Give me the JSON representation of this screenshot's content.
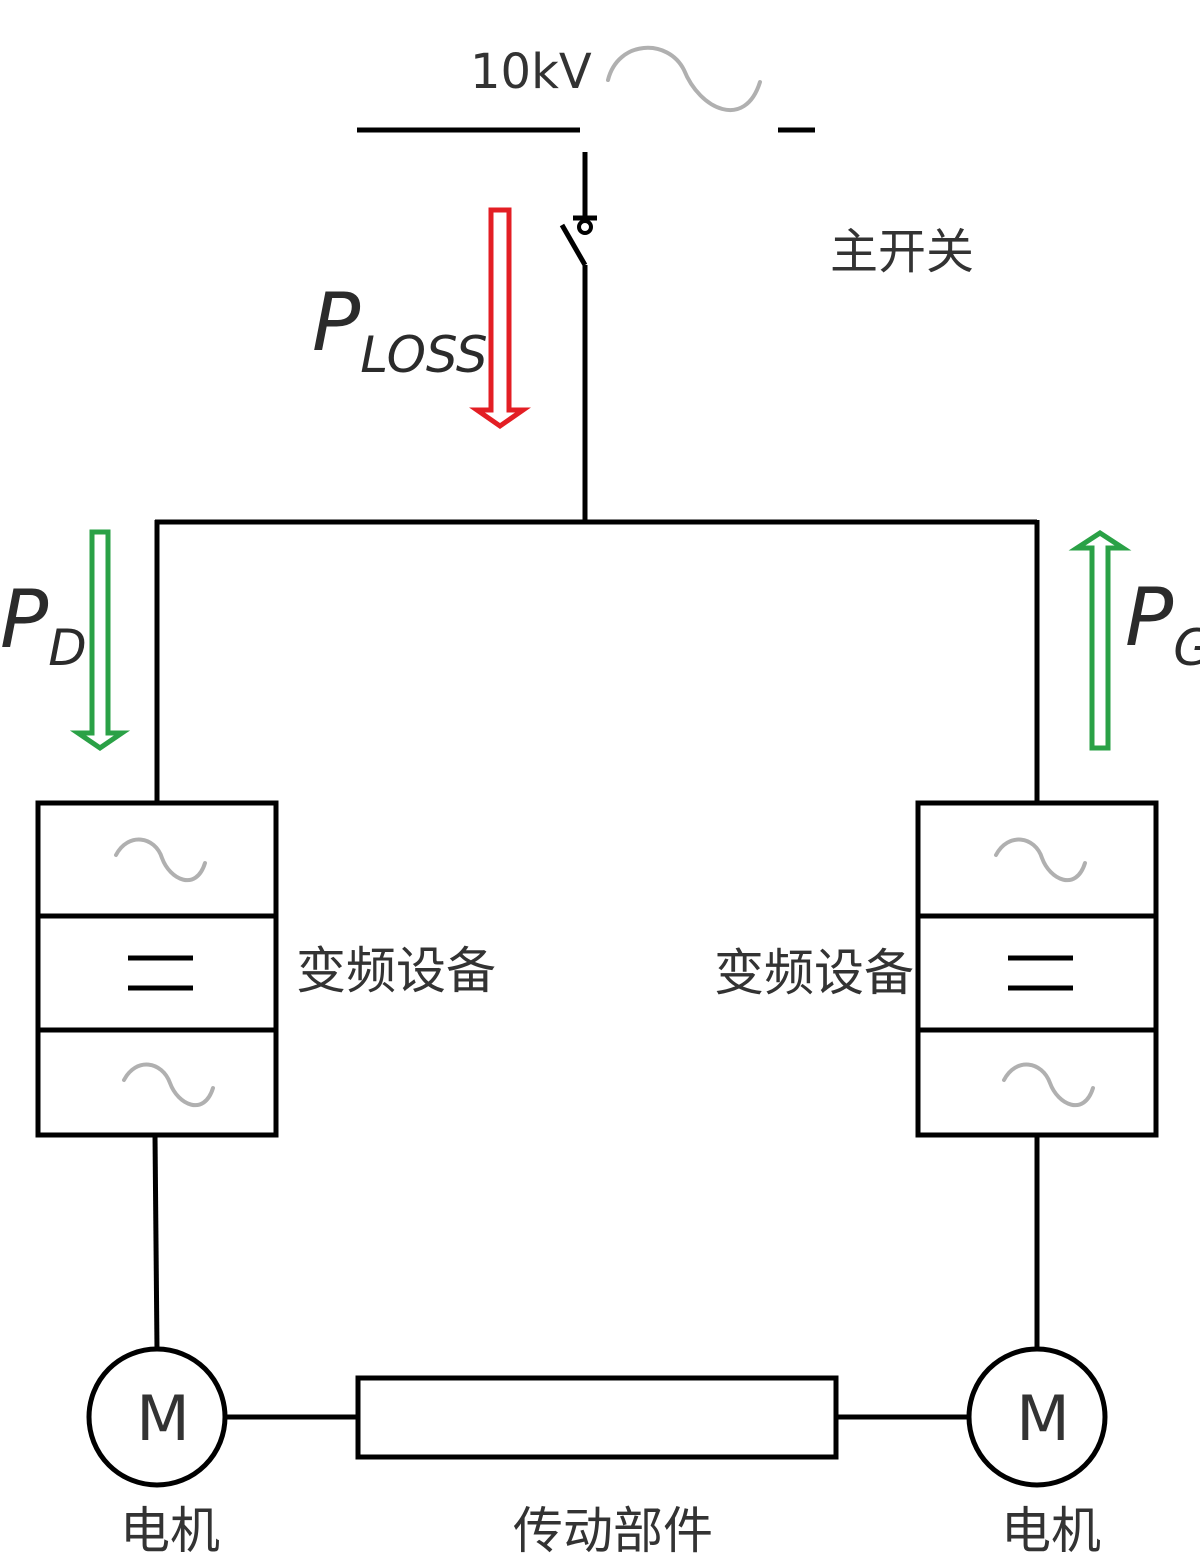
{
  "supply": {
    "voltage_label": "10kV"
  },
  "switch": {
    "label": "主开关"
  },
  "power_loss": {
    "symbol": "P",
    "subscript": "LOSS",
    "arrow_color": "#e31e24"
  },
  "power_drive": {
    "symbol": "P",
    "subscript": "D",
    "arrow_color": "#2aa146"
  },
  "power_gen": {
    "symbol": "P",
    "subscript": "G",
    "arrow_color": "#2aa146"
  },
  "converters": {
    "left_label": "变频设备",
    "right_label": "变频设备"
  },
  "motors": {
    "left": {
      "symbol": "M",
      "label": "电机"
    },
    "right": {
      "symbol": "M",
      "label": "电机"
    }
  },
  "transmission": {
    "label": "传动部件"
  },
  "icons": [
    "ac-sine-icon",
    "dc-equals-icon",
    "switch-icon",
    "arrow-down-icon",
    "arrow-up-icon"
  ]
}
